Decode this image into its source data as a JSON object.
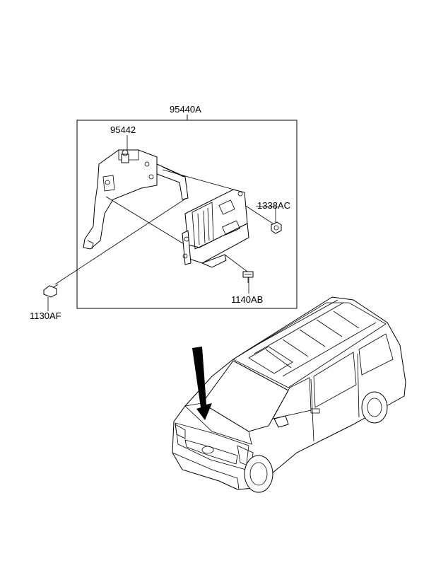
{
  "labels": {
    "assembly": "95440A",
    "bracket": "95442",
    "nut": "1338AC",
    "screw": "1140AB",
    "bolt": "1130AF"
  }
}
